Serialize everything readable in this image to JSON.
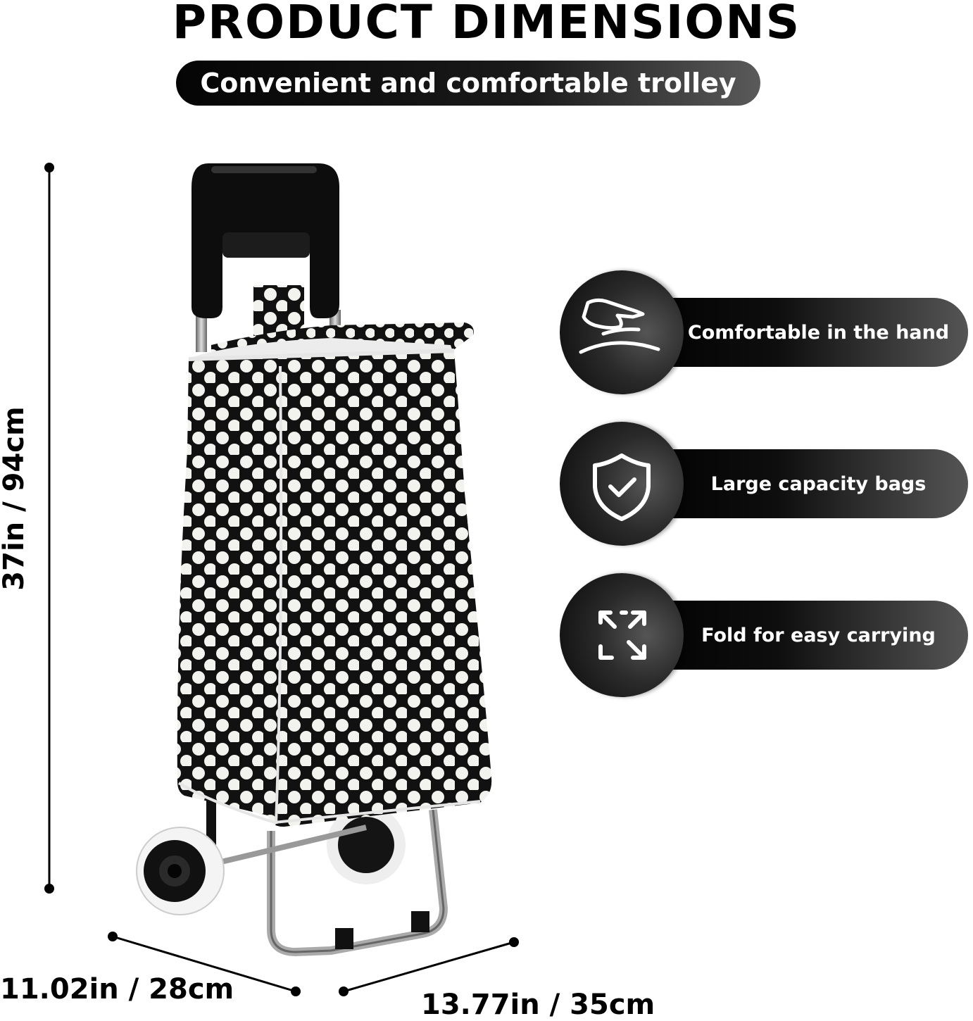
{
  "header": {
    "title": "PRODUCT DIMENSIONS",
    "subtitle": "Convenient and comfortable trolley"
  },
  "dimensions": {
    "height": "37in / 94cm",
    "depth": "11.02in / 28cm",
    "width": "13.77in / 35cm"
  },
  "features": [
    {
      "label": "Comfortable in the hand",
      "icon": "hand-icon"
    },
    {
      "label": "Large capacity bags",
      "icon": "shield-check-icon"
    },
    {
      "label": "Fold for easy carrying",
      "icon": "expand-arrows-icon"
    }
  ],
  "colors": {
    "pattern_background": "#111111",
    "pattern_dots": "#f2f2ee",
    "accent": "#000000"
  }
}
